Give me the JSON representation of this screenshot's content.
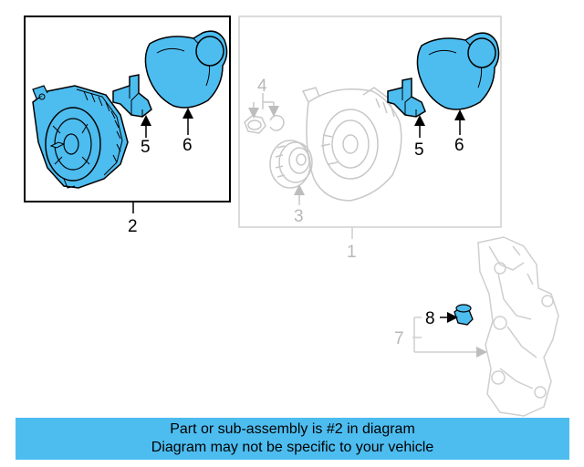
{
  "callouts": {
    "c1": "1",
    "c2": "2",
    "c3": "3",
    "c4": "4",
    "c5a": "5",
    "c5b": "5",
    "c6a": "6",
    "c6b": "6",
    "c7": "7",
    "c8": "8"
  },
  "banner": {
    "line1": "Part or sub-assembly is #2 in diagram",
    "line2": "Diagram may not be specific to your vehicle"
  },
  "colors": {
    "highlight": "#4dbdf0",
    "ghost": "#c8c8c8",
    "ink": "#000000"
  }
}
